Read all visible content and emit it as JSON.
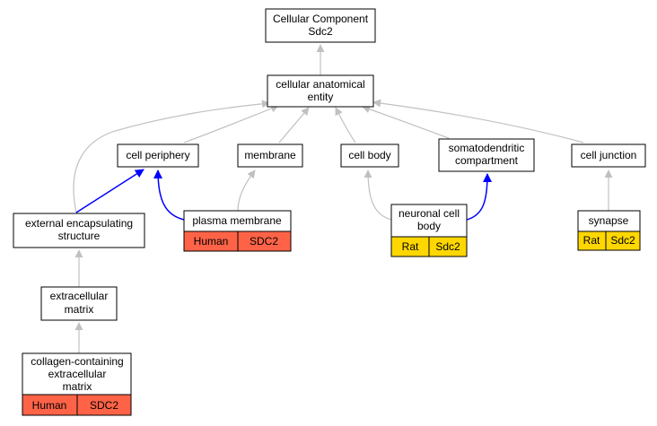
{
  "colors": {
    "edge_is_a": "#c0c0c0",
    "edge_part_of": "#0000ff",
    "human_annotation": "#ff6347",
    "rat_annotation": "#ffd700"
  },
  "nodes": {
    "root": {
      "line1": "Cellular Component",
      "line2": "Sdc2"
    },
    "cellular_anatomical_entity": {
      "line1": "cellular anatomical",
      "line2": "entity"
    },
    "cell_periphery": {
      "line1": "cell periphery"
    },
    "membrane": {
      "line1": "membrane"
    },
    "cell_body": {
      "line1": "cell body"
    },
    "somatodendritic_compartment": {
      "line1": "somatodendritic",
      "line2": "compartment"
    },
    "cell_junction": {
      "line1": "cell junction"
    },
    "external_encapsulating_structure": {
      "line1": "external encapsulating",
      "line2": "structure"
    },
    "plasma_membrane": {
      "line1": "plasma membrane",
      "species": "Human",
      "gene": "SDC2"
    },
    "neuronal_cell_body": {
      "line1": "neuronal cell",
      "line2": "body",
      "species": "Rat",
      "gene": "Sdc2"
    },
    "synapse": {
      "line1": "synapse",
      "species": "Rat",
      "gene": "Sdc2"
    },
    "extracellular_matrix": {
      "line1": "extracellular",
      "line2": "matrix"
    },
    "collagen_containing_extracellular_matrix": {
      "line1": "collagen-containing",
      "line2": "extracellular",
      "line3": "matrix",
      "species": "Human",
      "gene": "SDC2"
    }
  }
}
